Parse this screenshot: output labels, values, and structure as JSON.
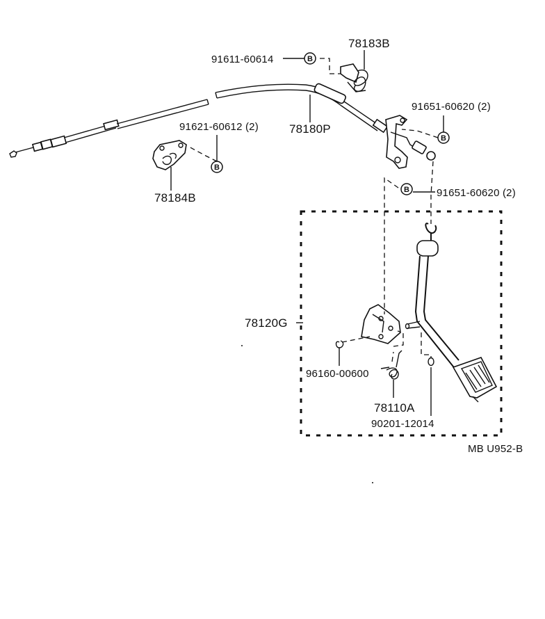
{
  "diagram": {
    "labels": {
      "p91611": "91611-60614",
      "p78183B": "78183B",
      "p91651_top": "91651-60620 (2)",
      "p91621": "91621-60612 (2)",
      "p78180P": "78180P",
      "p78184B": "78184B",
      "p91651_mid": "91651-60620 (2)",
      "p78120G": "78120G",
      "p96160": "96160-00600",
      "p78110A": "78110A",
      "p90201": "90201-12014",
      "ref": "MB U952-B"
    },
    "bolt_marker": "B"
  }
}
